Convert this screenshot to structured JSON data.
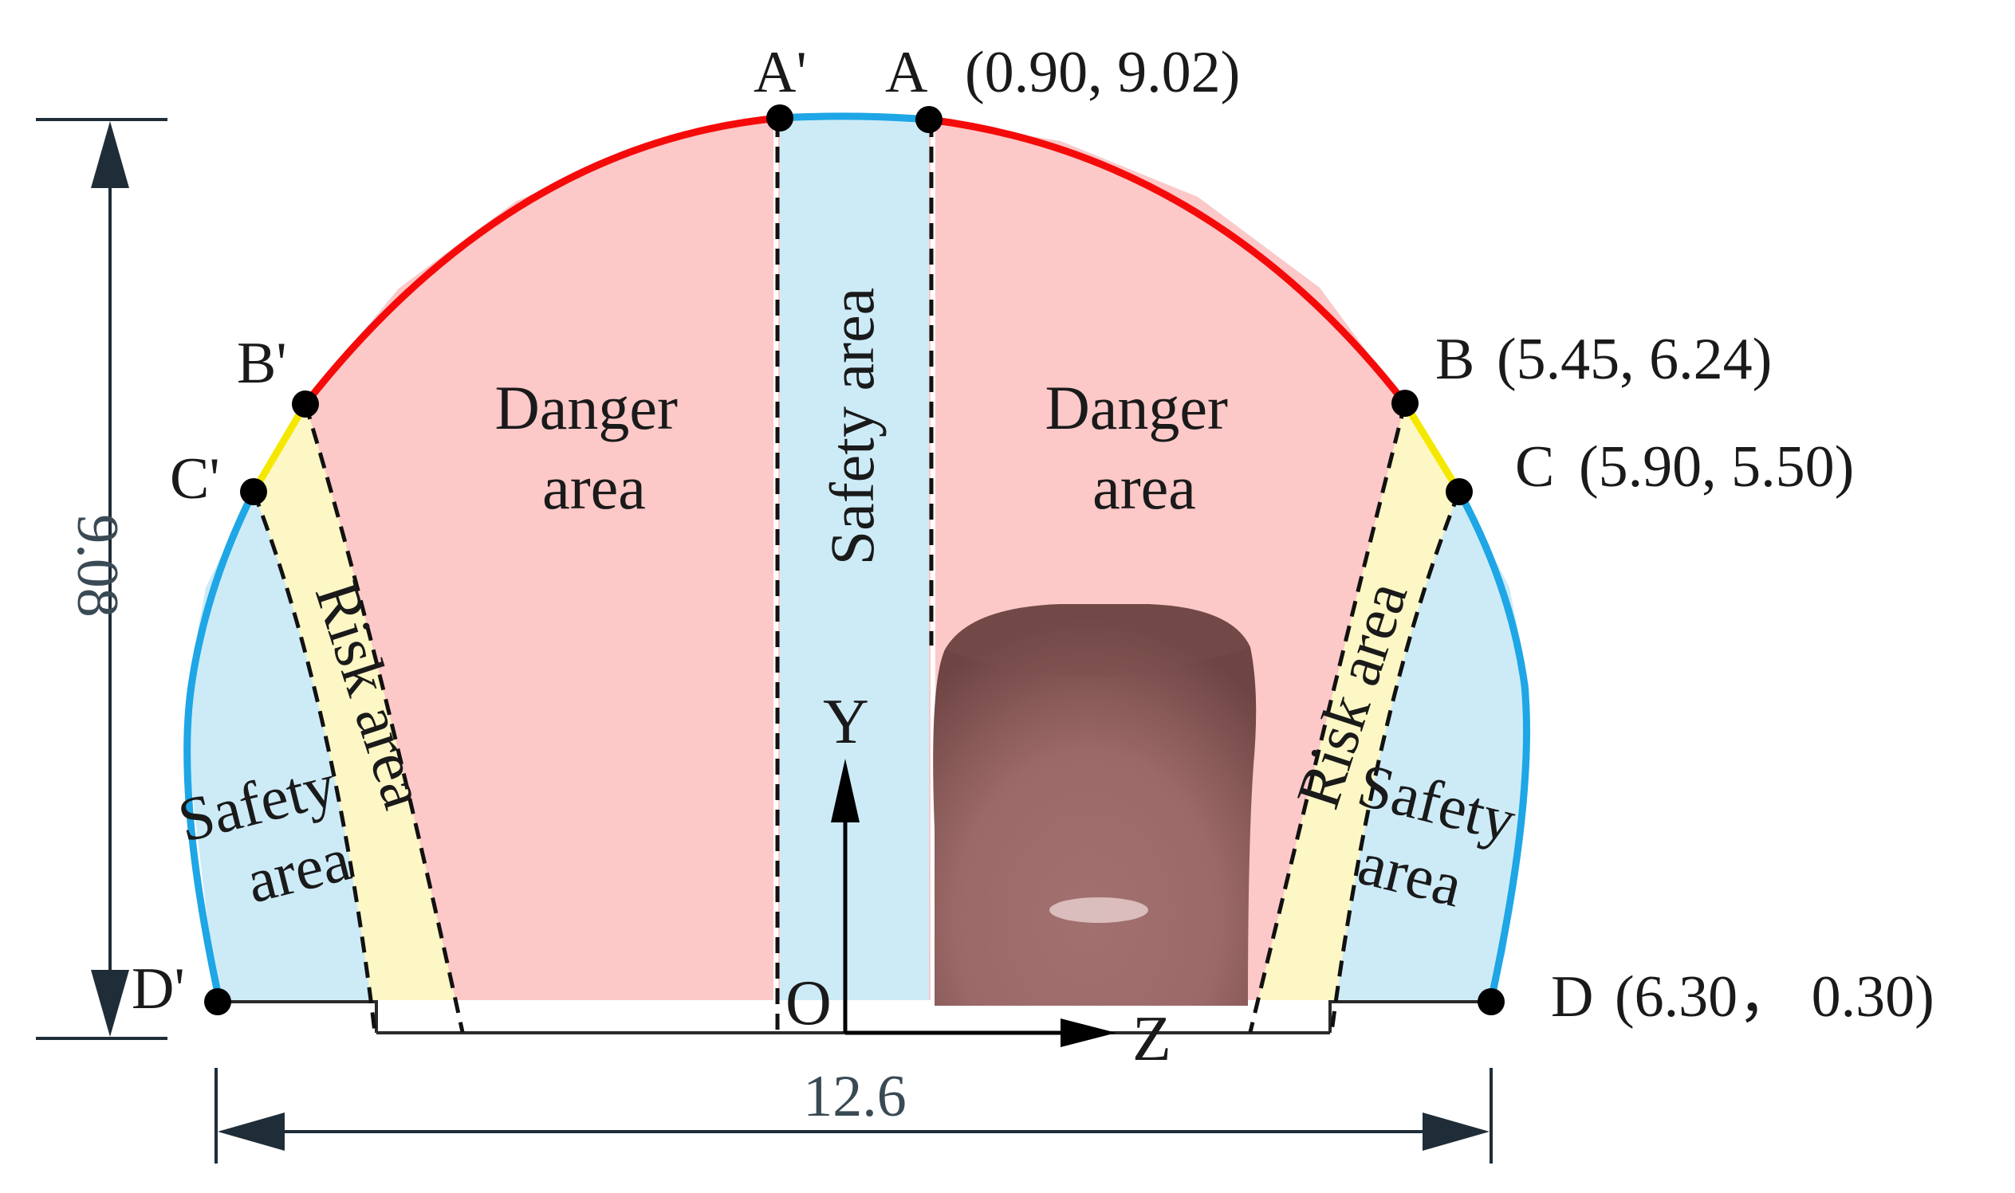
{
  "colors": {
    "danger_fill": "#fcc8c8",
    "risk_fill": "#fdf7c5",
    "safety_fill": "#cdebf7",
    "danger_edge": "#f50a0a",
    "risk_edge": "#f5e800",
    "safety_edge": "#1ea6e6",
    "vehicle": "#a2716f",
    "dimension": "#1f2d38"
  },
  "points": {
    "A": {
      "name": "A",
      "coord": "(0.90, 9.02)"
    },
    "A_prime": {
      "name": "A'"
    },
    "B": {
      "name": "B",
      "coord": "(5.45, 6.24)"
    },
    "B_prime": {
      "name": "B'"
    },
    "C": {
      "name": "C",
      "coord": "(5.90, 5.50)"
    },
    "C_prime": {
      "name": "C'"
    },
    "D": {
      "name": "D",
      "coord": "(6.30，  0.30)"
    },
    "D_prime": {
      "name": "D'"
    }
  },
  "zones": {
    "danger_left": [
      "Danger",
      "area"
    ],
    "danger_right": [
      "Danger",
      "area"
    ],
    "safety_center": "Safety area",
    "safety_left": [
      "Safety",
      "area"
    ],
    "safety_right": [
      "Safety",
      "area"
    ],
    "risk_left": "Risk area",
    "risk_right": "Risk area"
  },
  "axes": {
    "origin": "O",
    "y": "Y",
    "z": "Z"
  },
  "dimensions": {
    "height": "9.08",
    "width": "12.6"
  },
  "vehicle_icon": "vehicle-cross-section"
}
